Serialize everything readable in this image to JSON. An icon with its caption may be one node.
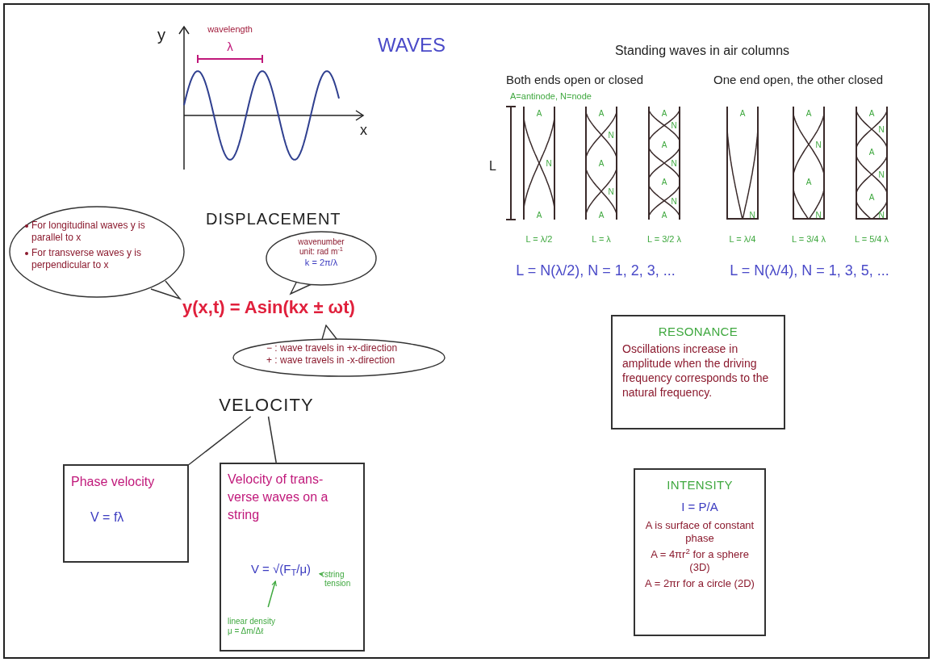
{
  "diagram": {
    "nodes": [
      {
        "text": [
          "For longitudinal waves y is parallel to x",
          "For transverse waves y is perpendicular to x"
        ]
      },
      {
        "text": [
          "wavenumber unit: rad m$^{-1}$",
          "k = 2π/λ"
        ]
      },
      {
        "text": [
          "− : wave travels in +x-direction",
          "+ : wave travels in -x-direction"
        ]
      },
      {
        "text": [
          "VELOCITY"
        ]
      },
      {
        "text": [
          "Phase velocity",
          "V = fλ"
        ]
      },
      {
        "text": [
          "Velocity of trans- verse waves on a string"
        ]
      },
      {
        "text": [
          "V = √(F$_{T}$/μ)"
        ],
        "in": 5
      },
      {
        "text": [
          "string tension"
        ],
        "in": 5
      },
      {
        "text": [
          "linear density",
          "μ = Δm/Δℓ"
        ],
        "in": 5
      },
      {
        "text": [
          "RESONANCE",
          "Oscillations increase in amplitude when the driving frequency corresponds to the natural frequency."
        ]
      },
      {
        "text": [
          "INTENSITY",
          "I = P/A",
          "A is surface of constant phase",
          "A = 4πr$^{2}$ for a sphere (3D)",
          "A = 2πr for a circle (2D)"
        ]
      }
    ],
    "edges": [
      {
        "from": 3,
        "to": 4,
        "arrow": "none"
      },
      {
        "from": 3,
        "to": 5,
        "arrow": "none"
      },
      {
        "from": 7,
        "to": 6,
        "arrow": "to",
        "color": "#3fa83f"
      },
      {
        "from": 8,
        "to": 6,
        "arrow": "to",
        "color": "#3fa83f"
      }
    ],
    "labels": [
      "WAVES",
      "wavelength",
      "λ",
      "y",
      "x",
      "DISPLACEMENT",
      "y(x,t) = Asin(kx ± ωt)",
      "Standing waves in air columns",
      "Both ends open or closed",
      "One end open, the other closed",
      "A=antinode, N=node",
      "L",
      "A",
      "N",
      "A",
      "A",
      "N",
      "A",
      "N",
      "A",
      "A",
      "N",
      "A",
      "N",
      "A",
      "N",
      "A",
      "A",
      "N",
      "A",
      "N",
      "A",
      "N",
      "A",
      "N",
      "A",
      "N",
      "A",
      "N",
      "L = λ/2",
      "L = λ",
      "L = 3/2 λ",
      "L = λ/4",
      "L = 3/4 λ",
      "L = 5/4 λ",
      "L = N(λ/2), N = 1, 2, 3, ...",
      "L = N(λ/4), N = 1, 3, 5, ..."
    ]
  }
}
